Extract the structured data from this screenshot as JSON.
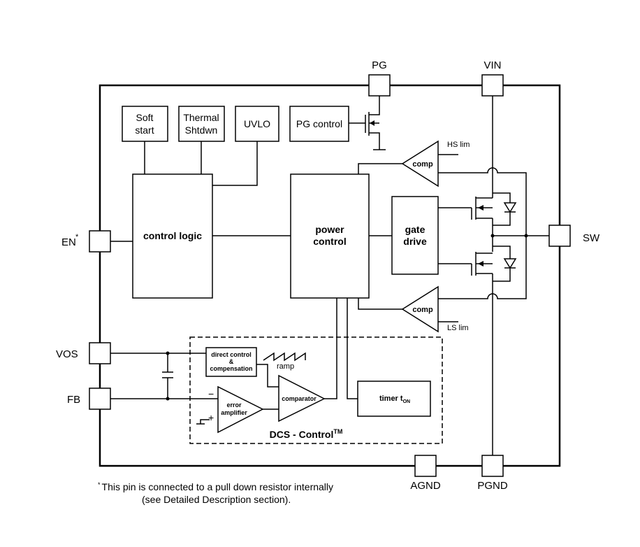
{
  "pins": {
    "pg": "PG",
    "vin": "VIN",
    "en": "EN",
    "en_mark": "*",
    "sw": "SW",
    "vos": "VOS",
    "fb": "FB",
    "agnd": "AGND",
    "pgnd": "PGND"
  },
  "blocks": {
    "soft_start": [
      "Soft",
      "start"
    ],
    "thermal_shutdown": [
      "Thermal",
      "Shtdwn"
    ],
    "uvlo": "UVLO",
    "pg_control": "PG control",
    "control_logic": "control logic",
    "power_control": [
      "power",
      "control"
    ],
    "gate_drive": [
      "gate",
      "drive"
    ],
    "comp_hs": "comp",
    "comp_ls": "comp",
    "hs_lim": "HS lim",
    "ls_lim": "LS lim",
    "direct_control": [
      "direct control",
      "&",
      "compensation"
    ],
    "ramp": "ramp",
    "error_amplifier": [
      "error",
      "amplifier"
    ],
    "comparator": "comparator",
    "timer": "timer t",
    "timer_sub": "ON",
    "minus": "−",
    "plus": "+"
  },
  "dcs_label": "DCS - Control",
  "dcs_tm": "TM",
  "footnote": {
    "mark": "*",
    "line1": "This pin is connected to a pull down resistor internally",
    "line2": "(see Detailed Description section)."
  }
}
